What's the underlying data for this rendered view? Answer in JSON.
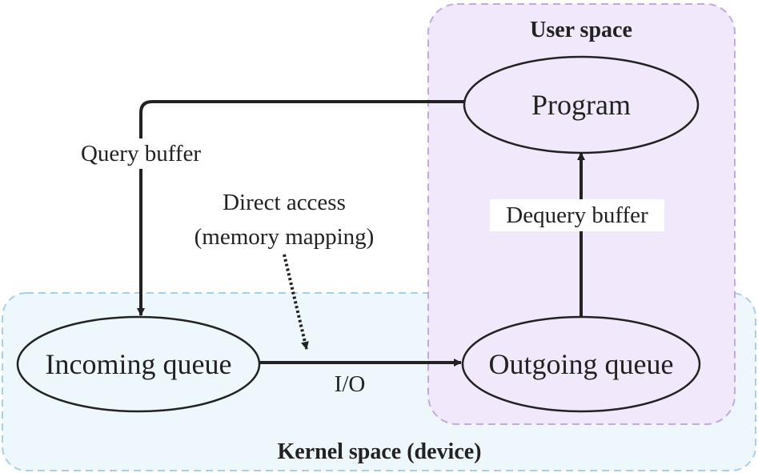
{
  "regions": {
    "user_space": {
      "title": "User space",
      "fill": "#f1e9fb",
      "stroke": "#c3a8e6"
    },
    "kernel_space": {
      "title": "Kernel space (device)",
      "fill": "#eef7fc",
      "stroke": "#a6cfea"
    }
  },
  "nodes": {
    "program": "Program",
    "incoming_queue": "Incoming queue",
    "outgoing_queue": "Outgoing queue"
  },
  "edges": {
    "query_buffer": "Query buffer",
    "dequery_buffer": "Dequery buffer",
    "io": "I/O",
    "direct_access_line1": "Direct access",
    "direct_access_line2": "(memory mapping)"
  },
  "colors": {
    "line": "#222222",
    "text": "#222222"
  }
}
